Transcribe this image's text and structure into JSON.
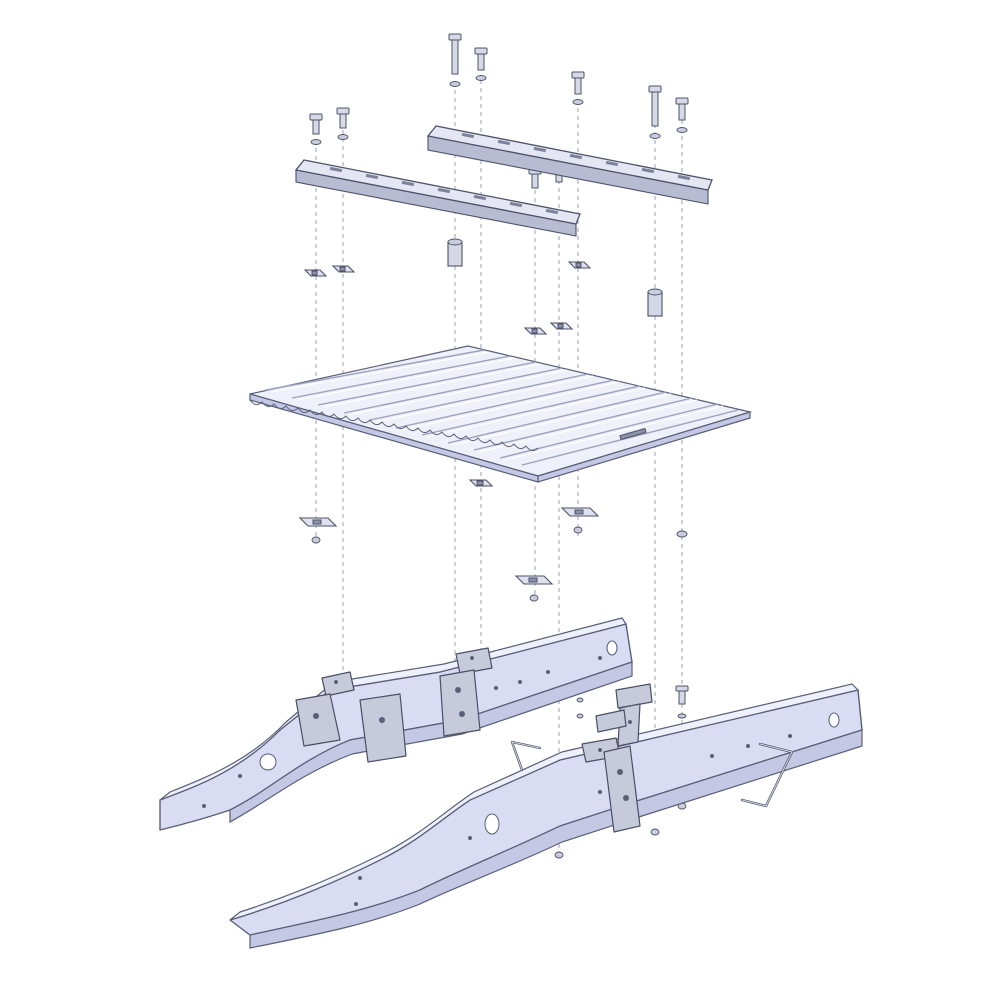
{
  "diagram": {
    "kind": "exploded-assembly",
    "style": "technical line illustration",
    "colors": {
      "background": "#ffffff",
      "frame": "#d9dcf2",
      "outline": "#4d5268",
      "guide_lines": "#9aa0b4",
      "deck": "#eef0fa"
    },
    "parts": [
      {
        "id": "bolt",
        "count": 9
      },
      {
        "id": "mounting-rail",
        "count": 2
      },
      {
        "id": "spacer-sleeve",
        "count": 2
      },
      {
        "id": "top-clamp-plate",
        "count": 6
      },
      {
        "id": "corrugated-bed-floor",
        "count": 1
      },
      {
        "id": "bottom-clamp-plate",
        "count": 4
      },
      {
        "id": "nut",
        "count": 10
      },
      {
        "id": "frame-bracket",
        "count": 4
      },
      {
        "id": "pull-rod",
        "count": 2
      },
      {
        "id": "vehicle-frame-rail",
        "count": 2
      }
    ]
  }
}
